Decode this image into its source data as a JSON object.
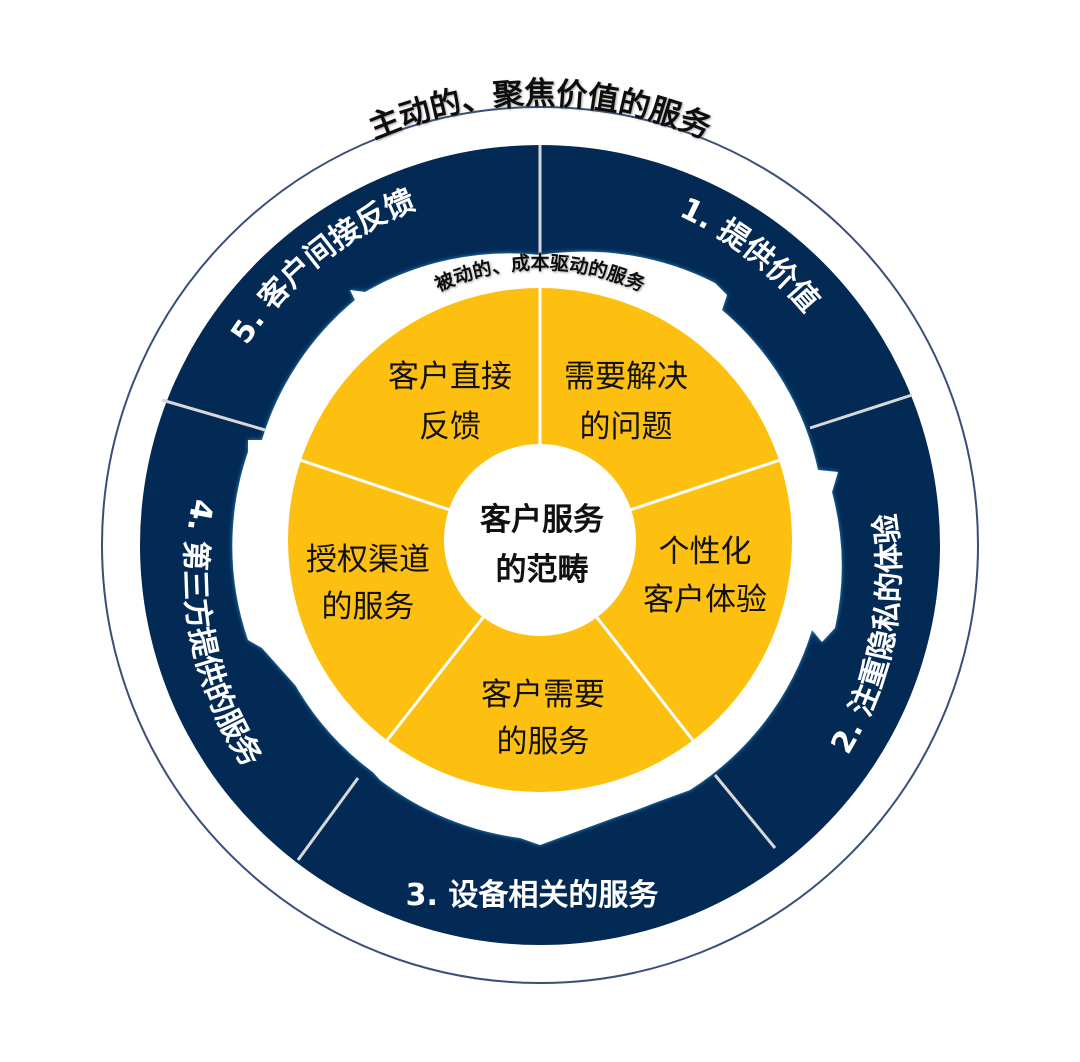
{
  "diagram": {
    "outer_arc_label": "主动的、聚焦价值的服务",
    "inner_arc_label": "被动的、成本驱动的服务",
    "center": {
      "line1": "客户服务",
      "line2": "的范畴"
    },
    "outer_segments": [
      {
        "id": 1,
        "label": "1. 提供价值"
      },
      {
        "id": 2,
        "label": "2. 注重隐私的体验"
      },
      {
        "id": 3,
        "label": "3. 设备相关的服务"
      },
      {
        "id": 4,
        "label": "4. 第三方提供的服务"
      },
      {
        "id": 5,
        "label": "5. 客户间接反馈"
      }
    ],
    "inner_segments": [
      {
        "line1": "需要解决",
        "line2": "的问题"
      },
      {
        "line1": "个性化",
        "line2": "客户体验"
      },
      {
        "line1": "客户需要",
        "line2": "的服务"
      },
      {
        "line1": "授权渠道",
        "line2": "的服务"
      },
      {
        "line1": "客户直接",
        "line2": "反馈"
      }
    ],
    "colors": {
      "navy": "#022a55",
      "gold": "#fdc010",
      "outline": "#3a4f78",
      "glow": "#2fa0dc",
      "white": "#ffffff"
    }
  }
}
